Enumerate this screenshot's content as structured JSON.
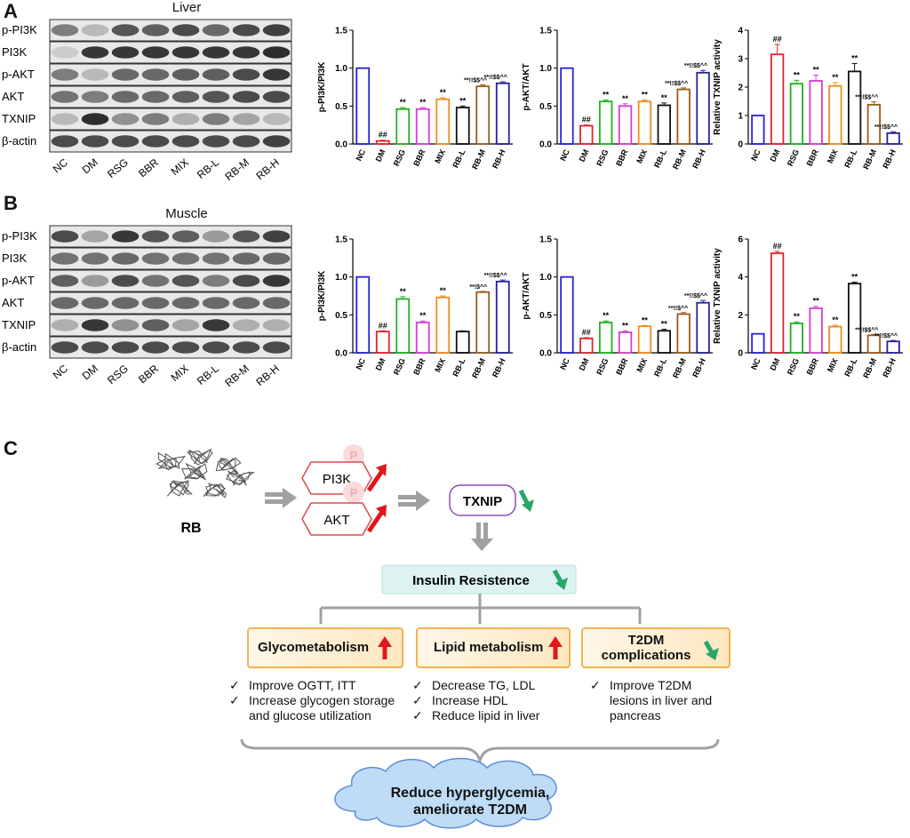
{
  "panels": {
    "A": "A",
    "B": "B",
    "C": "C"
  },
  "blots": [
    {
      "tissue": "Liver",
      "rows": [
        "p-PI3K",
        "PI3K",
        "p-AKT",
        "AKT",
        "TXNIP",
        "β-actin"
      ],
      "lanes": [
        "NC",
        "DM",
        "RSG",
        "BBR",
        "MIX",
        "RB-L",
        "RB-M",
        "RB-H"
      ],
      "intensity": [
        [
          0.55,
          0.25,
          0.75,
          0.7,
          0.8,
          0.65,
          0.8,
          0.85
        ],
        [
          0.15,
          0.9,
          0.9,
          0.9,
          0.9,
          0.9,
          0.9,
          0.95
        ],
        [
          0.55,
          0.25,
          0.65,
          0.65,
          0.7,
          0.7,
          0.8,
          0.9
        ],
        [
          0.6,
          0.55,
          0.65,
          0.65,
          0.7,
          0.75,
          0.8,
          0.8
        ],
        [
          0.25,
          0.95,
          0.45,
          0.55,
          0.3,
          0.55,
          0.35,
          0.25
        ],
        [
          0.8,
          0.8,
          0.8,
          0.8,
          0.8,
          0.8,
          0.8,
          0.85
        ]
      ]
    },
    {
      "tissue": "Muscle",
      "rows": [
        "p-PI3K",
        "PI3K",
        "p-AKT",
        "AKT",
        "TXNIP",
        "β-actin"
      ],
      "lanes": [
        "NC",
        "DM",
        "RSG",
        "BBR",
        "MIX",
        "RB-L",
        "RB-M",
        "RB-H"
      ],
      "intensity": [
        [
          0.8,
          0.35,
          0.9,
          0.75,
          0.7,
          0.4,
          0.75,
          0.85
        ],
        [
          0.6,
          0.6,
          0.65,
          0.6,
          0.6,
          0.6,
          0.65,
          0.65
        ],
        [
          0.7,
          0.4,
          0.8,
          0.6,
          0.75,
          0.55,
          0.8,
          0.9
        ],
        [
          0.65,
          0.65,
          0.65,
          0.65,
          0.65,
          0.65,
          0.65,
          0.65
        ],
        [
          0.3,
          0.9,
          0.45,
          0.7,
          0.35,
          0.9,
          0.3,
          0.3
        ],
        [
          0.8,
          0.8,
          0.8,
          0.8,
          0.8,
          0.8,
          0.8,
          0.8
        ]
      ]
    }
  ],
  "bar_colors": [
    "#2323d8",
    "#e0242a",
    "#1db31d",
    "#d23fd2",
    "#f08c1e",
    "#111111",
    "#9a5b1a",
    "#22229c"
  ],
  "chart_data": [
    {
      "type": "bar",
      "ylabel": "p-PI3K/PI3K",
      "categories": [
        "NC",
        "DM",
        "RSG",
        "BBR",
        "MIX",
        "RB-L",
        "RB-M",
        "RB-H"
      ],
      "values": [
        1.0,
        0.04,
        0.46,
        0.46,
        0.59,
        0.48,
        0.76,
        0.8
      ],
      "errors": [
        0,
        0.01,
        0.02,
        0.02,
        0.02,
        0.02,
        0.02,
        0.02
      ],
      "annotations": [
        "",
        "##",
        "**",
        "**",
        "**",
        "**",
        "**!!$$^^",
        "**!!$$^^"
      ],
      "ylim": [
        0,
        1.5
      ],
      "yticks": [
        "0.0",
        "0.5",
        "1.0",
        "1.5"
      ]
    },
    {
      "type": "bar",
      "ylabel": "p-AKT/AKT",
      "categories": [
        "NC",
        "DM",
        "RSG",
        "BBR",
        "MIX",
        "RB-L",
        "RB-M",
        "RB-H"
      ],
      "values": [
        1.0,
        0.24,
        0.56,
        0.5,
        0.56,
        0.51,
        0.72,
        0.94
      ],
      "errors": [
        0,
        0.01,
        0.02,
        0.03,
        0.02,
        0.03,
        0.02,
        0.03
      ],
      "annotations": [
        "",
        "##",
        "**",
        "**",
        "**",
        "**",
        "**!!$$^^",
        "**!!$$^^"
      ],
      "ylim": [
        0,
        1.5
      ],
      "yticks": [
        "0.0",
        "0.5",
        "1.0",
        "1.5"
      ]
    },
    {
      "type": "bar",
      "ylabel": "Relative TXNIP activity",
      "categories": [
        "NC",
        "DM",
        "RSG",
        "BBR",
        "MIX",
        "RB-L",
        "RB-M",
        "RB-H"
      ],
      "values": [
        1.0,
        3.15,
        2.12,
        2.22,
        2.04,
        2.55,
        1.38,
        0.38
      ],
      "errors": [
        0,
        0.35,
        0.12,
        0.2,
        0.12,
        0.28,
        0.1,
        0.05
      ],
      "annotations": [
        "",
        "##",
        "**",
        "**",
        "**",
        "**",
        "**!!$$^^",
        "**!!$$^^"
      ],
      "ylim": [
        0,
        4
      ],
      "yticks": [
        "0",
        "1",
        "2",
        "3",
        "4"
      ]
    },
    {
      "type": "bar",
      "ylabel": "p-PI3K/PI3K",
      "categories": [
        "NC",
        "DM",
        "RSG",
        "BBR",
        "MIX",
        "RB-L",
        "RB-M",
        "RB-H"
      ],
      "values": [
        1.0,
        0.28,
        0.71,
        0.4,
        0.73,
        0.28,
        0.8,
        0.94
      ],
      "errors": [
        0,
        0.01,
        0.03,
        0.02,
        0.02,
        0.01,
        0.01,
        0.02
      ],
      "annotations": [
        "",
        "##",
        "**",
        "**",
        "**",
        "",
        "**!$^^",
        "**!!$$^^"
      ],
      "ylim": [
        0,
        1.5
      ],
      "yticks": [
        "0.0",
        "0.5",
        "1.0",
        "1.5"
      ]
    },
    {
      "type": "bar",
      "ylabel": "p-AKT/AKT",
      "categories": [
        "NC",
        "DM",
        "RSG",
        "BBR",
        "MIX",
        "RB-L",
        "RB-M",
        "RB-H"
      ],
      "values": [
        1.0,
        0.19,
        0.4,
        0.27,
        0.35,
        0.29,
        0.51,
        0.66
      ],
      "errors": [
        0,
        0.01,
        0.02,
        0.02,
        0.01,
        0.02,
        0.02,
        0.03
      ],
      "annotations": [
        "",
        "##",
        "**",
        "**",
        "**",
        "**",
        "**!!$^^",
        "**!!$$^^"
      ],
      "ylim": [
        0,
        1.5
      ],
      "yticks": [
        "0.0",
        "0.5",
        "1.0",
        "1.5"
      ]
    },
    {
      "type": "bar",
      "ylabel": "Relative TXNIP activity",
      "categories": [
        "NC",
        "DM",
        "RSG",
        "BBR",
        "MIX",
        "RB-L",
        "RB-M",
        "RB-H"
      ],
      "values": [
        1.0,
        5.25,
        1.55,
        2.35,
        1.38,
        3.65,
        0.92,
        0.6
      ],
      "errors": [
        0,
        0.1,
        0.08,
        0.1,
        0.08,
        0.08,
        0.05,
        0.05
      ],
      "annotations": [
        "",
        "##",
        "**",
        "**",
        "**",
        "**",
        "**!!$$^^",
        "**!!$$^^"
      ],
      "ylim": [
        0,
        6
      ],
      "yticks": [
        "0",
        "2",
        "4",
        "6"
      ]
    }
  ],
  "pathway": {
    "rb_label": "RB",
    "pi3k": "PI3K",
    "akt": "AKT",
    "phospho": "P",
    "txnip": "TXNIP",
    "insulin_resistance": "Insulin  Resistence",
    "glycometabolism": {
      "title": "Glycometabolism",
      "items": [
        "Improve OGTT, ITT",
        "Increase glycogen storage and glucose utilization"
      ]
    },
    "lipid": {
      "title": "Lipid metabolism",
      "items": [
        "Decrease TG, LDL",
        "Increase HDL",
        "Reduce lipid in liver"
      ]
    },
    "complications": {
      "title": "T2DM complications",
      "items": [
        "Improve T2DM lesions in liver and pancreas"
      ]
    },
    "outcome": "Reduce hyperglycemia, ameliorate T2DM",
    "colors": {
      "up": "#e0161b",
      "down": "#2ba56a",
      "arrow": "#a0a0a0",
      "hex": "#d94b4b",
      "txnip_border": "#8e4ab8",
      "cloud": "#bfdcf6",
      "cloud_border": "#5c8fd6"
    }
  }
}
